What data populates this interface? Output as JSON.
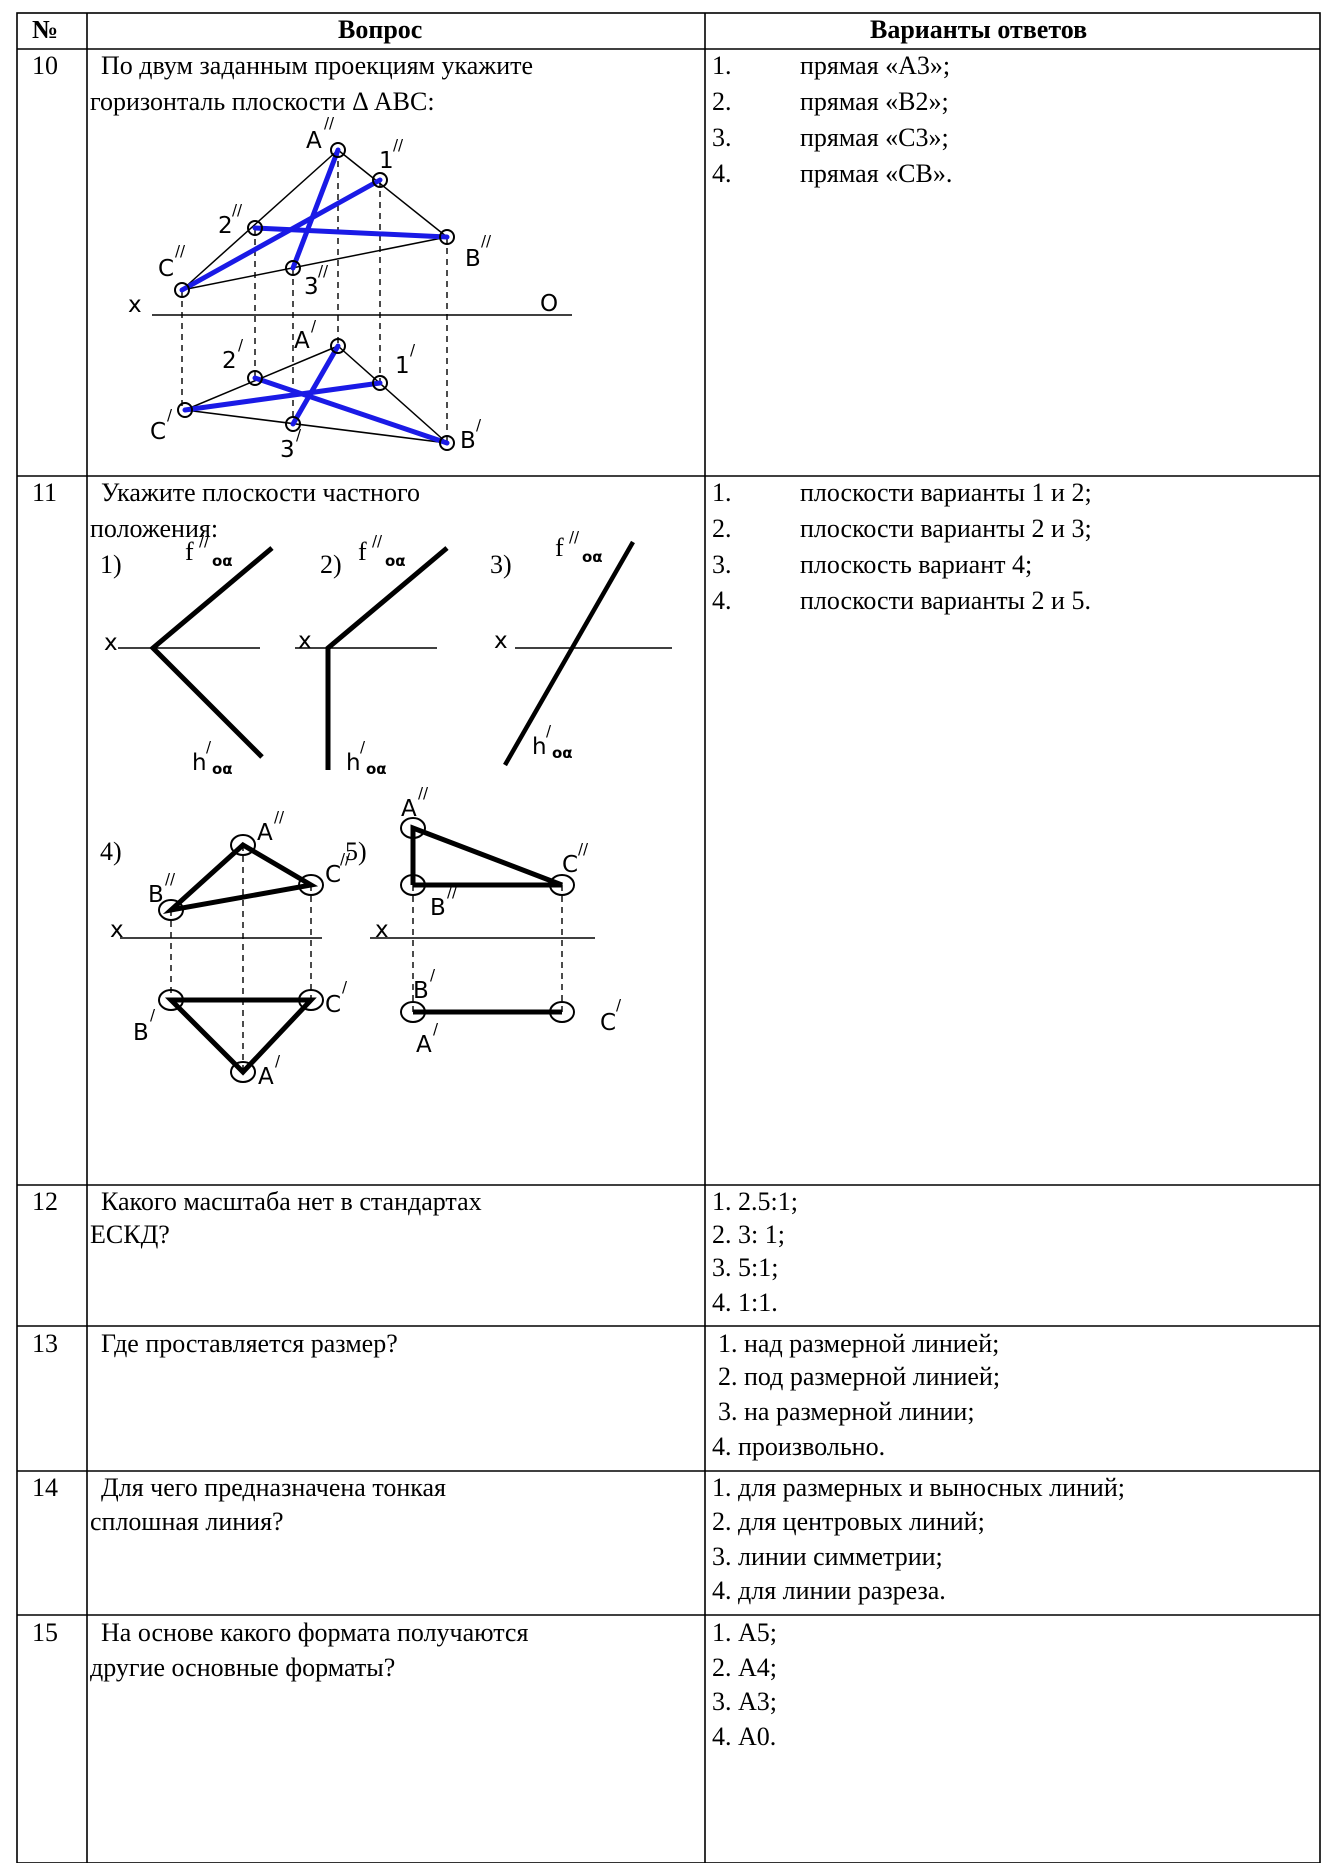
{
  "header": {
    "no": "№",
    "question": "Вопрос",
    "answers": "Варианты ответов"
  },
  "q10": {
    "no": "10",
    "line1": "По двум заданным проекциям укажите",
    "line2": "горизонталь плоскости Δ АВС:",
    "opts": [
      {
        "n": "1.",
        "t": "прямая «А3»;"
      },
      {
        "n": "2.",
        "t": "прямая «В2»;"
      },
      {
        "n": "3.",
        "t": "прямая «С3»;"
      },
      {
        "n": "4.",
        "t": "прямая «СВ»."
      }
    ],
    "labels": {
      "A2": "A",
      "one2": "1",
      "two2": "2",
      "C2": "C",
      "B2": "B",
      "three2": "3",
      "x": "x",
      "o": "O",
      "A1": "A",
      "two1": "2",
      "one1": "1",
      "C1": "C",
      "three1": "3",
      "B1": "B",
      "dprime": "//",
      "prime": "/"
    }
  },
  "q11": {
    "no": "11",
    "line1": "Укажите плоскости частного",
    "line2": "положения:",
    "opts": [
      {
        "n": "1.",
        "t": "плоскости варианты 1 и 2;"
      },
      {
        "n": "2.",
        "t": "плоскости варианты 2 и 3;"
      },
      {
        "n": "3.",
        "t": "плоскость вариант 4;"
      },
      {
        "n": "4.",
        "t": "плоскости варианты 2 и 5."
      }
    ],
    "labels": {
      "v1": "1)",
      "v2": "2)",
      "v3": "3)",
      "v4": "4)",
      "v5": "5)",
      "f": "f",
      "h": "h",
      "sub": "оα",
      "x": "x",
      "A": "A",
      "B": "B",
      "C": "C"
    }
  },
  "q12": {
    "no": "12",
    "line1": "Какого масштаба нет в стандартах",
    "line2": "ЕСКД?",
    "opts": [
      "1. 2.5:1;",
      "2. 3: 1;",
      "3. 5:1;",
      "4. 1:1."
    ]
  },
  "q13": {
    "no": "13",
    "line1": "Где проставляется размер?",
    "opts": [
      "1.  над размерной линией;",
      "2.  под размерной линией;",
      "3.  на размерной линии;",
      "4. произвольно."
    ]
  },
  "q14": {
    "no": "14",
    "line1": "Для чего предназначена тонкая",
    "line2": "сплошная линия?",
    "opts": [
      "1. для размерных и выносных линий;",
      "2. для центровых линий;",
      "3. линии симметрии;",
      "4. для линии разреза."
    ]
  },
  "q15": {
    "no": "15",
    "line1": "На основе какого формата получаются",
    "line2": "другие основные форматы?",
    "opts": [
      "1. А5;",
      "2. А4;",
      "3. А3;",
      "4. А0."
    ]
  },
  "colors": {
    "blue": "#1a1ae6",
    "black": "#000000"
  }
}
